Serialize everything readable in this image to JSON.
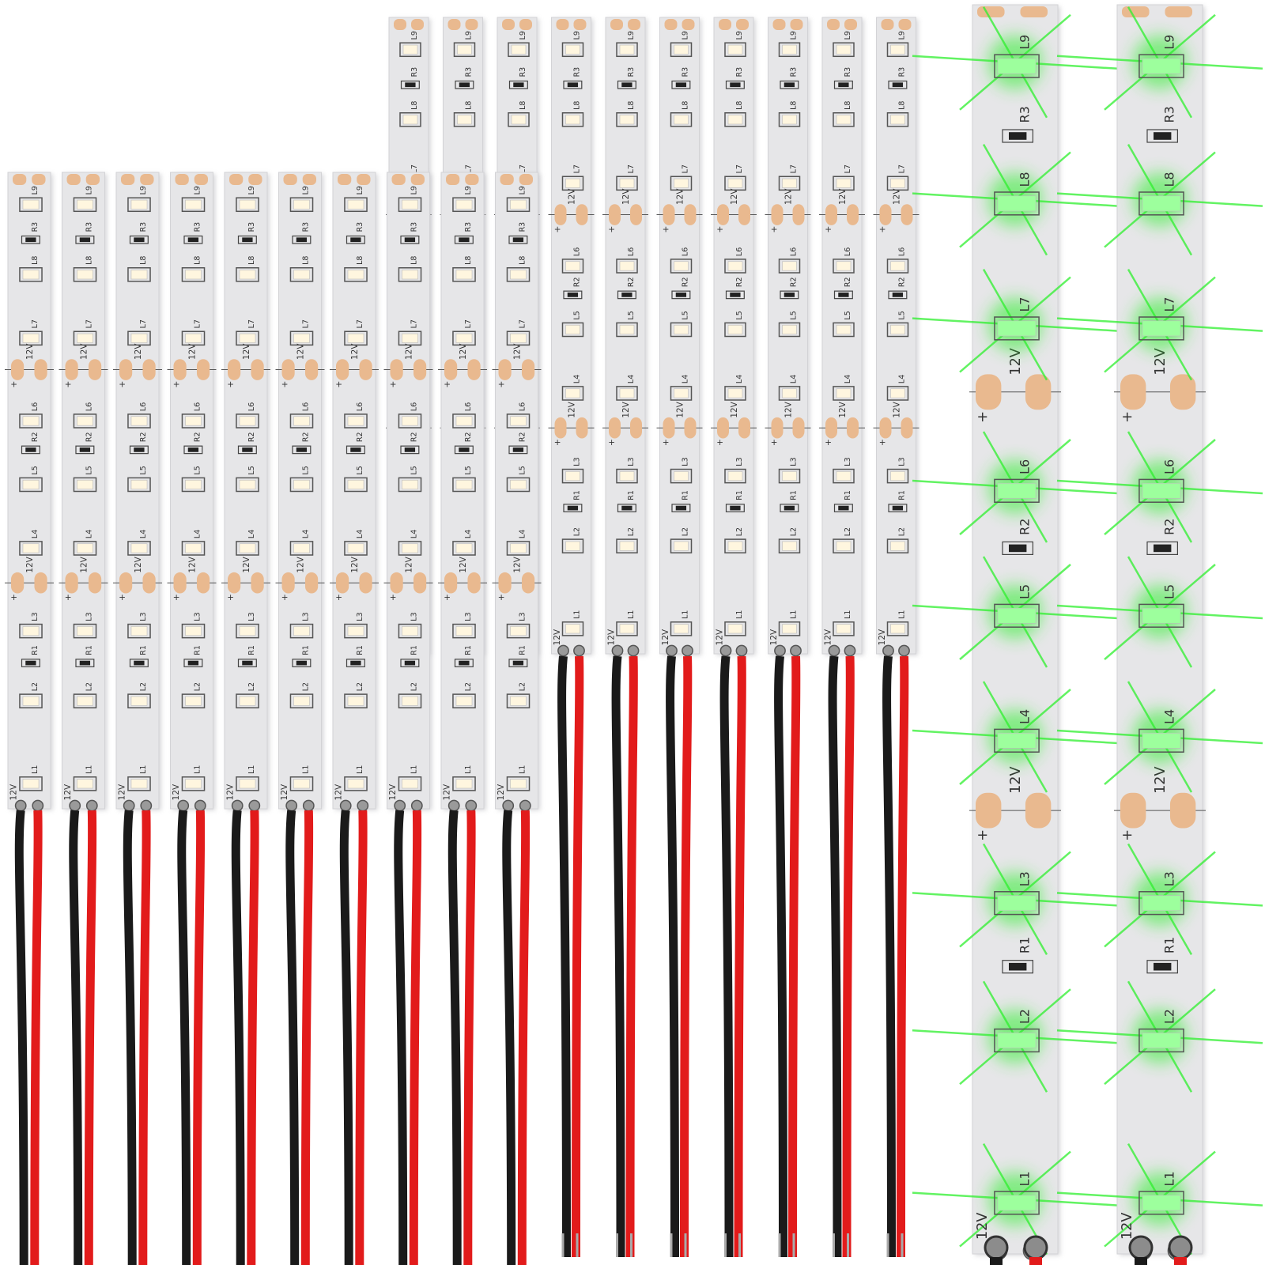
{
  "product_photo": {
    "strip_markings": {
      "voltage": "12V",
      "leds": [
        "L1",
        "L2",
        "L3",
        "L4",
        "L5",
        "L6",
        "L7",
        "L8",
        "L9"
      ],
      "resistors": [
        "R1",
        "R2",
        "R3"
      ],
      "polarity_plus": "+",
      "polarity_minus": "-"
    },
    "groups": [
      {
        "name": "front-row-strips",
        "count": 10,
        "led_color": "warm-white",
        "lit": false
      },
      {
        "name": "back-row-strips",
        "count": 10,
        "led_color": "warm-white",
        "lit": false
      },
      {
        "name": "lit-green-strips",
        "count": 2,
        "led_color": "green",
        "lit": true
      }
    ],
    "wires": {
      "positive": "red",
      "negative": "black"
    },
    "colors": {
      "background": "#ffffff",
      "pcb": "#e6e6e8",
      "pcb_shadow": "#c8c8cc",
      "solder_pad": "#e9b98f",
      "wire_red": "#e21b1b",
      "wire_black": "#1a1a1a",
      "led_warm": "#fff6df",
      "glow_green": "#2ef02e"
    }
  }
}
